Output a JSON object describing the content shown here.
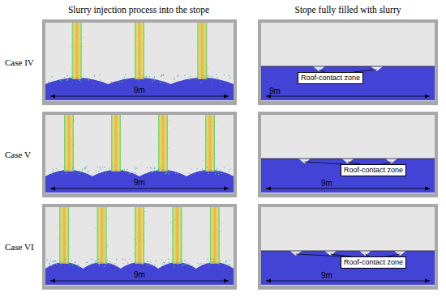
{
  "diagram": {
    "nodes": [
      {
        "text": [
          "Roof-contact zone"
        ]
      },
      {
        "text": [
          "Roof-contact zone"
        ]
      },
      {
        "text": [
          "Roof-contact zone"
        ]
      }
    ],
    "labels": [
      "Slurry injection process into the stope",
      "Stope fully filled with slurry",
      "Case IV",
      "9m",
      "9m",
      "Case V",
      "9m",
      "9m",
      "Case VI",
      "9m",
      "9m"
    ]
  }
}
